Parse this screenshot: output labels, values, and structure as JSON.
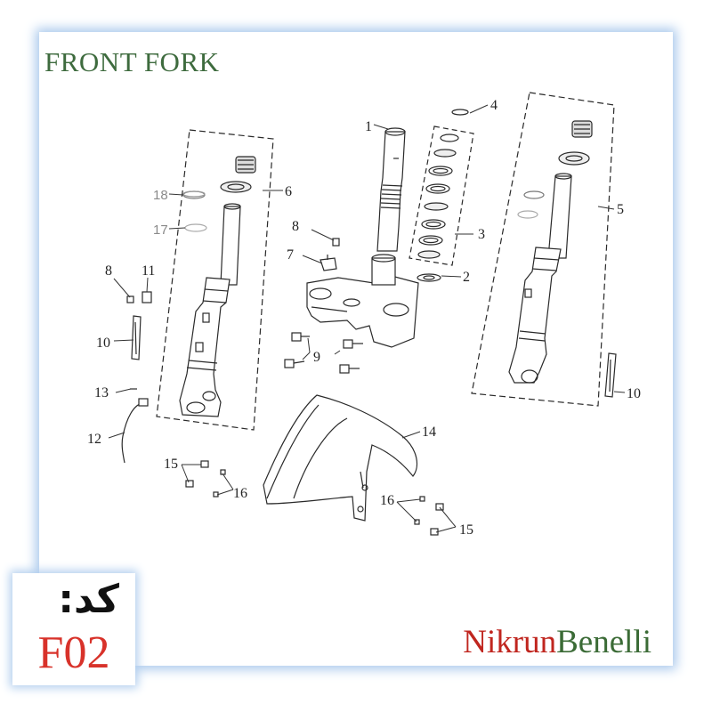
{
  "title": "FRONT FORK",
  "code": {
    "label": "کد:",
    "value": "F02"
  },
  "brand": {
    "part1": "Nikrun",
    "part2": "Benelli"
  },
  "callouts": {
    "c1": "1",
    "c2": "2",
    "c3": "3",
    "c4": "4",
    "c5": "5",
    "c6": "6",
    "c7": "7",
    "c8a": "8",
    "c8b": "8",
    "c9": "9",
    "c10a": "10",
    "c10b": "10",
    "c11": "11",
    "c12": "12",
    "c13": "13",
    "c14": "14",
    "c15a": "15",
    "c15b": "15",
    "c16a": "16",
    "c16b": "16",
    "c17": "17",
    "c18": "18"
  },
  "colors": {
    "title": "#3e6b3e",
    "code_value": "#d8322a",
    "brand_red": "#c0261f",
    "brand_green": "#3b6b36",
    "frame_glow": "#a9c8ec"
  }
}
